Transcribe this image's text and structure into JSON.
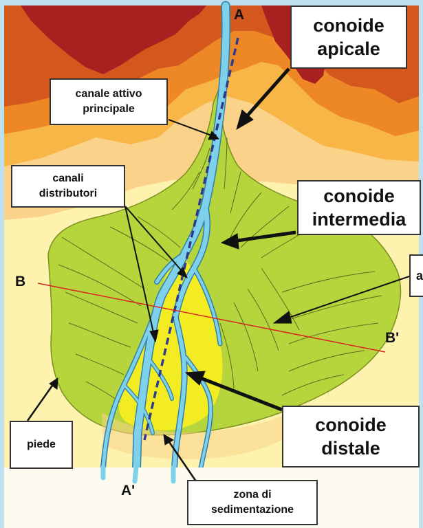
{
  "labels": {
    "conoide_apicale": [
      "conoide",
      "apicale"
    ],
    "conoide_intermedia": [
      "conoide",
      "intermedia"
    ],
    "conoide_distale": [
      "conoide",
      "distale"
    ],
    "canale_attivo": [
      "canale attivo",
      "principale"
    ],
    "canali_distributori": [
      "canali",
      "distributori"
    ],
    "piede": "piede",
    "zona_sedimentazione": [
      "zona di",
      "sedimentazione"
    ],
    "cut_label_fragment": "a"
  },
  "points": {
    "a": "A",
    "a_prime": "A'",
    "b": "B",
    "b_prime": "B'"
  },
  "colors": {
    "frame": "#bfe0ef",
    "plain": "#fdf3ae",
    "dark_red": "#a8201f",
    "orange_1": "#d4571e",
    "orange_2": "#ee8826",
    "orange_3": "#f8b646",
    "orange_4": "#fbd28a",
    "fan_green": "#b6d43c",
    "distal_yellow": "#f4ec22",
    "channel_blue": "#7fd0ea",
    "section_aa": "#2e3a8c",
    "section_bb": "#d6241f"
  }
}
